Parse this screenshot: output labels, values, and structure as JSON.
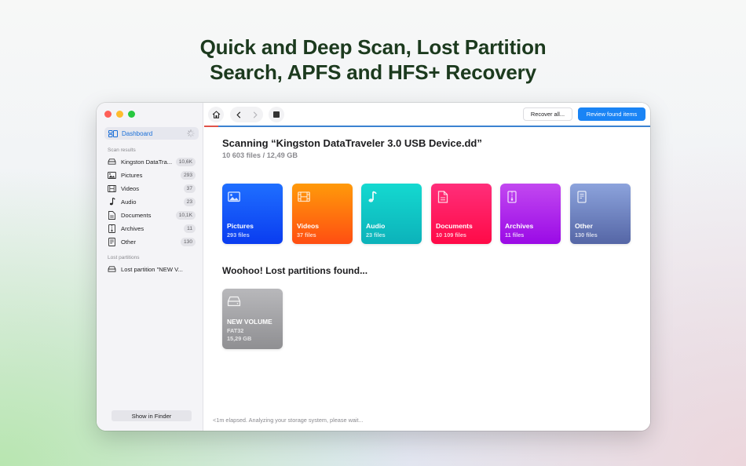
{
  "headline": {
    "line1": "Quick and Deep Scan, Lost Partition",
    "line2": "Search, APFS and HFS+ Recovery"
  },
  "sidebar": {
    "dashboard": {
      "label": "Dashboard",
      "icon": "dashboard-icon"
    },
    "scan_results_header": "Scan results",
    "items": [
      {
        "label": "Kingston DataTra...",
        "badge": "10,6K",
        "icon": "drive-icon"
      },
      {
        "label": "Pictures",
        "badge": "293",
        "icon": "picture-icon"
      },
      {
        "label": "Videos",
        "badge": "37",
        "icon": "film-icon"
      },
      {
        "label": "Audio",
        "badge": "23",
        "icon": "music-note-icon"
      },
      {
        "label": "Documents",
        "badge": "10,1K",
        "icon": "document-icon"
      },
      {
        "label": "Archives",
        "badge": "11",
        "icon": "archive-icon"
      },
      {
        "label": "Other",
        "badge": "130",
        "icon": "other-file-icon"
      }
    ],
    "lost_partitions_header": "Lost partitions",
    "lost_items": [
      {
        "label": "Lost partition \"NEW V...",
        "icon": "drive-icon"
      }
    ],
    "show_in_finder": "Show in Finder"
  },
  "toolbar": {
    "home": "home-icon",
    "back": "chevron-left-icon",
    "forward": "chevron-right-icon",
    "stop": "stop-icon",
    "recover_all": "Recover all...",
    "review_found": "Review found items",
    "accent": "#1a84f5"
  },
  "scan": {
    "title": "Scanning “Kingston DataTraveler 3.0 USB Device.dd”",
    "subtitle": "10 603 files / 12,49 GB"
  },
  "categories": [
    {
      "name": "Pictures",
      "count": "293 files",
      "icon": "picture-icon",
      "colors": [
        "#1f6fff",
        "#0a3cf0"
      ]
    },
    {
      "name": "Videos",
      "count": "37 files",
      "icon": "film-icon",
      "colors": [
        "#ff9a0a",
        "#ff4e12"
      ]
    },
    {
      "name": "Audio",
      "count": "23 files",
      "icon": "music-note-icon",
      "colors": [
        "#14d9d0",
        "#0cb2ba"
      ]
    },
    {
      "name": "Documents",
      "count": "10 109 files",
      "icon": "document-icon",
      "colors": [
        "#ff2e7a",
        "#ff0a47"
      ]
    },
    {
      "name": "Archives",
      "count": "11 files",
      "icon": "archive-icon",
      "colors": [
        "#c248f0",
        "#9a0ae6"
      ]
    },
    {
      "name": "Other",
      "count": "130 files",
      "icon": "other-file-icon",
      "colors": [
        "#8ca3dc",
        "#5566a6"
      ]
    }
  ],
  "lost_partitions": {
    "title": "Woohoo! Lost partitions found...",
    "items": [
      {
        "name": "NEW VOLUME",
        "fs": "FAT32",
        "size": "15,29 GB",
        "icon": "drive-icon"
      }
    ]
  },
  "status": "<1m elapsed. Analyzing your storage system, please wait..."
}
